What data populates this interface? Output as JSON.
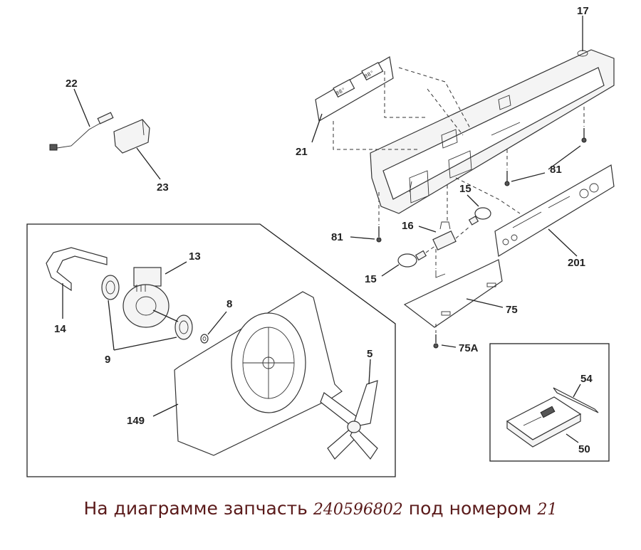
{
  "caption": {
    "prefix": "На диаграмме запчасть",
    "part_number": "240596802",
    "middle": "под номером",
    "callout_number": "21"
  },
  "callouts": {
    "c17": "17",
    "c22": "22",
    "c23": "23",
    "c21": "21",
    "c81a": "81",
    "c81b": "81",
    "c15a": "15",
    "c15b": "15",
    "c16": "16",
    "c201": "201",
    "c75": "75",
    "c75a": "75A",
    "c13": "13",
    "c14": "14",
    "c8": "8",
    "c9": "9",
    "c5": "5",
    "c149": "149",
    "c54": "54",
    "c50": "50"
  }
}
